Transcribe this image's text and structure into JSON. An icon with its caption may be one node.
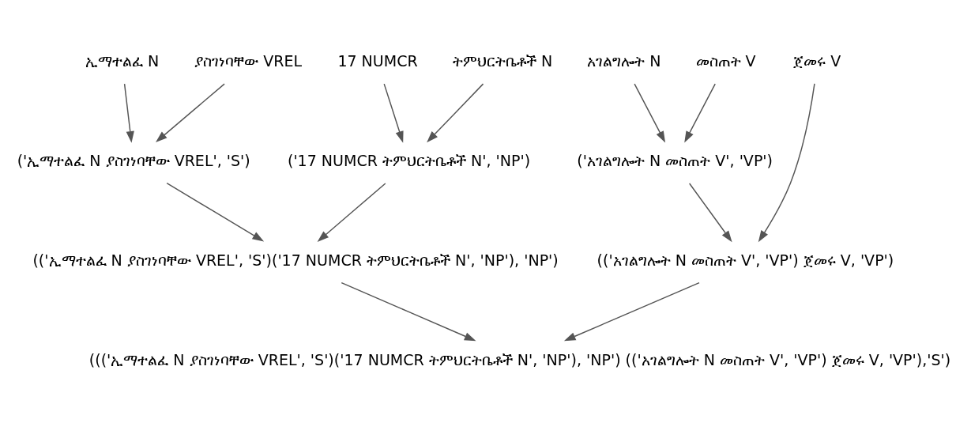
{
  "diagram": {
    "nodes": [
      {
        "text": [
          "ኢማተልፈ N"
        ]
      },
      {
        "text": [
          "ያስገነባቸው VREL"
        ]
      },
      {
        "text": [
          "17 NUMCR"
        ]
      },
      {
        "text": [
          "ትምህርትቤቶች N"
        ]
      },
      {
        "text": [
          "አገልግሎት N"
        ]
      },
      {
        "text": [
          "መስጠት V"
        ]
      },
      {
        "text": [
          "ጀመሩ V"
        ]
      },
      {
        "text": [
          "('ኢማተልፈ N ያስገነባቸው VREL', 'S')"
        ]
      },
      {
        "text": [
          "('17 NUMCR ትምህርትቤቶች N', 'NP')"
        ]
      },
      {
        "text": [
          "('አገልግሎት N መስጠት V', 'VP')"
        ]
      },
      {
        "text": [
          "(('ኢማተልፈ N ያስገነባቸው VREL', 'S')('17 NUMCR ትምህርትቤቶች N', 'NP'), 'NP')"
        ]
      },
      {
        "text": [
          "(('አገልግሎት N መስጠት V', 'VP') ጀመሩ V, 'VP')"
        ]
      },
      {
        "text": [
          "((('ኢማተልፈ N ያስገነባቸው VREL', 'S')('17 NUMCR ትምህርትቤቶች N', 'NP'), 'NP') (('አገልግሎት N መስጠት V', 'VP') ጀመሩ V, 'VP'),'S')"
        ]
      }
    ],
    "edges": [
      {
        "from": 0,
        "to": 7,
        "arrow": "to"
      },
      {
        "from": 1,
        "to": 7,
        "arrow": "to"
      },
      {
        "from": 2,
        "to": 8,
        "arrow": "to"
      },
      {
        "from": 3,
        "to": 8,
        "arrow": "to"
      },
      {
        "from": 4,
        "to": 9,
        "arrow": "to"
      },
      {
        "from": 5,
        "to": 9,
        "arrow": "to"
      },
      {
        "from": 7,
        "to": 10,
        "arrow": "to"
      },
      {
        "from": 8,
        "to": 10,
        "arrow": "to"
      },
      {
        "from": 9,
        "to": 11,
        "arrow": "to"
      },
      {
        "from": 6,
        "to": 11,
        "arrow": "to"
      },
      {
        "from": 10,
        "to": 12,
        "arrow": "to"
      },
      {
        "from": 11,
        "to": 12,
        "arrow": "to"
      }
    ]
  }
}
